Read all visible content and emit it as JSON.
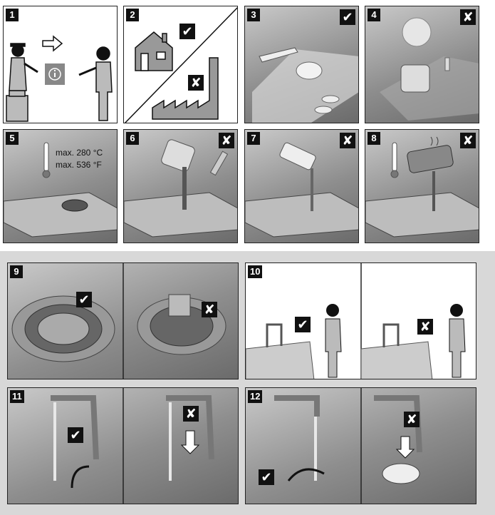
{
  "panels": [
    {
      "number": "1",
      "mark": ""
    },
    {
      "number": "2",
      "mark": "✔",
      "mark2": "✘"
    },
    {
      "number": "3",
      "mark": "✔"
    },
    {
      "number": "4",
      "mark": "✘"
    },
    {
      "number": "5",
      "mark": ""
    },
    {
      "number": "6",
      "mark": "✘"
    },
    {
      "number": "7",
      "mark": "✘"
    },
    {
      "number": "8",
      "mark": "✘"
    },
    {
      "number": "9",
      "mark": "✔",
      "mark2": "✘"
    },
    {
      "number": "10",
      "mark": "✔",
      "mark2": "✘"
    },
    {
      "number": "11",
      "mark": "✔",
      "mark2": "✘"
    },
    {
      "number": "12",
      "mark": "✔",
      "mark2": "✘"
    }
  ],
  "temperature": {
    "celsius": "max. 280 °C",
    "fahrenheit": "max. 536 °F"
  },
  "colors": {
    "check_bg": "#111111",
    "panel_border": "#222222",
    "band_bg": "#d8d8d8"
  },
  "icons": [
    "info-icon",
    "arrow-right-icon",
    "house-icon",
    "factory-icon",
    "thermometer-icon"
  ]
}
